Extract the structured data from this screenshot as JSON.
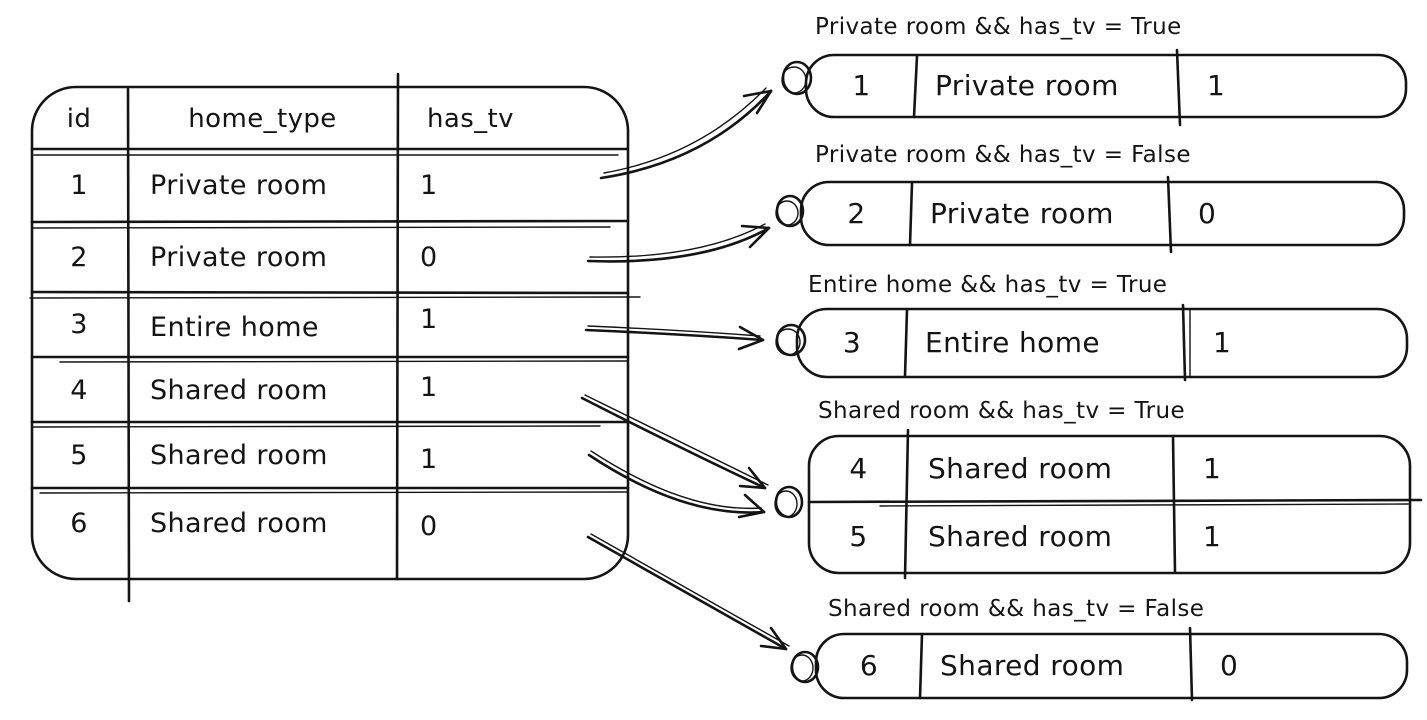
{
  "colors": {
    "ink": "#141414",
    "background": "#ffffff"
  },
  "source_table": {
    "columns": [
      "id",
      "home_type",
      "has_tv"
    ],
    "rows": [
      {
        "id": "1",
        "home_type": "Private room",
        "has_tv": "1"
      },
      {
        "id": "2",
        "home_type": "Private room",
        "has_tv": "0"
      },
      {
        "id": "3",
        "home_type": "Entire home",
        "has_tv": "1"
      },
      {
        "id": "4",
        "home_type": "Shared room",
        "has_tv": "1"
      },
      {
        "id": "5",
        "home_type": "Shared room",
        "has_tv": "1"
      },
      {
        "id": "6",
        "home_type": "Shared room",
        "has_tv": "0"
      }
    ]
  },
  "groups": [
    {
      "label": "Private room && has_tv = True",
      "rows": [
        {
          "id": "1",
          "home_type": "Private room",
          "has_tv": "1"
        }
      ]
    },
    {
      "label": "Private room && has_tv = False",
      "rows": [
        {
          "id": "2",
          "home_type": "Private room",
          "has_tv": "0"
        }
      ]
    },
    {
      "label": "Entire home && has_tv = True",
      "rows": [
        {
          "id": "3",
          "home_type": "Entire home",
          "has_tv": "1"
        }
      ]
    },
    {
      "label": "Shared room && has_tv = True",
      "rows": [
        {
          "id": "4",
          "home_type": "Shared room",
          "has_tv": "1"
        },
        {
          "id": "5",
          "home_type": "Shared room",
          "has_tv": "1"
        }
      ]
    },
    {
      "label": "Shared room && has_tv = False",
      "rows": [
        {
          "id": "6",
          "home_type": "Shared room",
          "has_tv": "0"
        }
      ]
    }
  ]
}
